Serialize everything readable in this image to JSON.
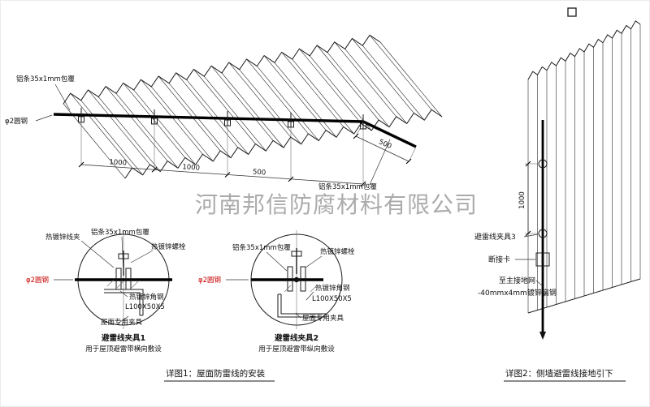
{
  "watermark": "河南邦信防腐材料有限公司",
  "colors": {
    "line": "#1a1a1a",
    "annotation_red": "#c80000",
    "watermark_gray": "#9d9d9d"
  },
  "roof": {
    "labels": {
      "strip_top": "铝条35x1mm包覆",
      "round_steel": "φ2圆钢",
      "strip_right": "铝条35x1mm包覆"
    },
    "dims": {
      "a": "1000",
      "b": "1000",
      "c": "500",
      "slope": "500"
    },
    "caption": "详图1：屋面防雷线的安装"
  },
  "clamp1": {
    "labels": {
      "wire_clip": "热镀锌线夹",
      "strip": "铝条35x1mm包覆",
      "bolt": "热镀锌螺栓",
      "round_steel": "φ2圆钢",
      "angle": "热镀锌角钢",
      "angle_spec": "L100X50X5",
      "roof_clamp": "屋面专用夹具"
    },
    "title": "避雷线夹具1",
    "subtitle": "用于屋顶避雷带横向敷设"
  },
  "clamp2": {
    "labels": {
      "strip": "铝条35x1mm包覆",
      "bolt": "热镀锌螺栓",
      "round_steel": "φ2圆钢",
      "angle": "热镀锌角钢",
      "angle_spec": "L100X50X5",
      "roof_clamp": "屋面专用夹具"
    },
    "title": "避雷线夹具2",
    "subtitle": "用于屋顶避雷带纵向敷设"
  },
  "wall": {
    "labels": {
      "clamp3": "避雷线夹具3",
      "disconnect": "断接卡",
      "to_ground": "至主接地网",
      "flat_steel": "-40mmx4mm镀锌扁钢"
    },
    "dim": "1000",
    "caption": "详图2：侧墙避雷线接地引下"
  }
}
